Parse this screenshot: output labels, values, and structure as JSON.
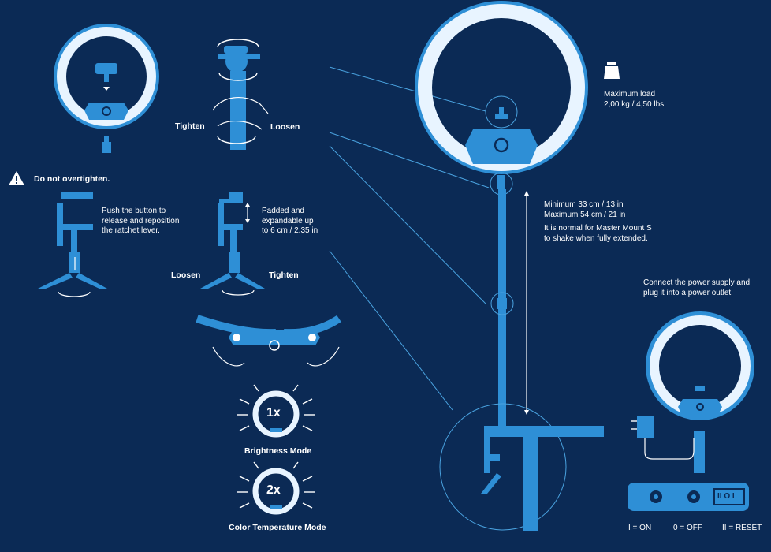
{
  "colors": {
    "background": "#0b2a55",
    "accent": "#2e8fd6",
    "ring": "#e8f4ff",
    "line": "#4aa3e0"
  },
  "labels": {
    "tighten_1": "Tighten",
    "loosen_1": "Loosen",
    "warning": "Do not overtighten.",
    "push_button": "Push the button to\nrelease and reposition\nthe ratchet lever.",
    "padded": "Padded and\nexpandable up\nto 6 cm / 2.35 in",
    "loosen_2": "Loosen",
    "tighten_2": "Tighten",
    "mode_1x_badge": "1x",
    "brightness_mode": "Brightness Mode",
    "mode_2x_badge": "2x",
    "color_temp_mode": "Color Temperature Mode",
    "max_load": "Maximum load\n2,00 kg / 4,50 lbs",
    "min_max_height": "Minimum 33 cm / 13 in\nMaximum 54 cm / 21 in",
    "shake_note": "It is normal for Master Mount S\nto shake when fully extended.",
    "power_instruction": "Connect the power supply and\nplug it into a power outlet.",
    "switch_on": "I = ON",
    "switch_off": "0 = OFF",
    "switch_reset": "II = RESET",
    "switch_glyphs": "II O I"
  },
  "icons": [
    "warning-icon",
    "weight-icon",
    "elgato-logo-icon",
    "rotate-arrow-icon",
    "power-adapter-icon"
  ]
}
